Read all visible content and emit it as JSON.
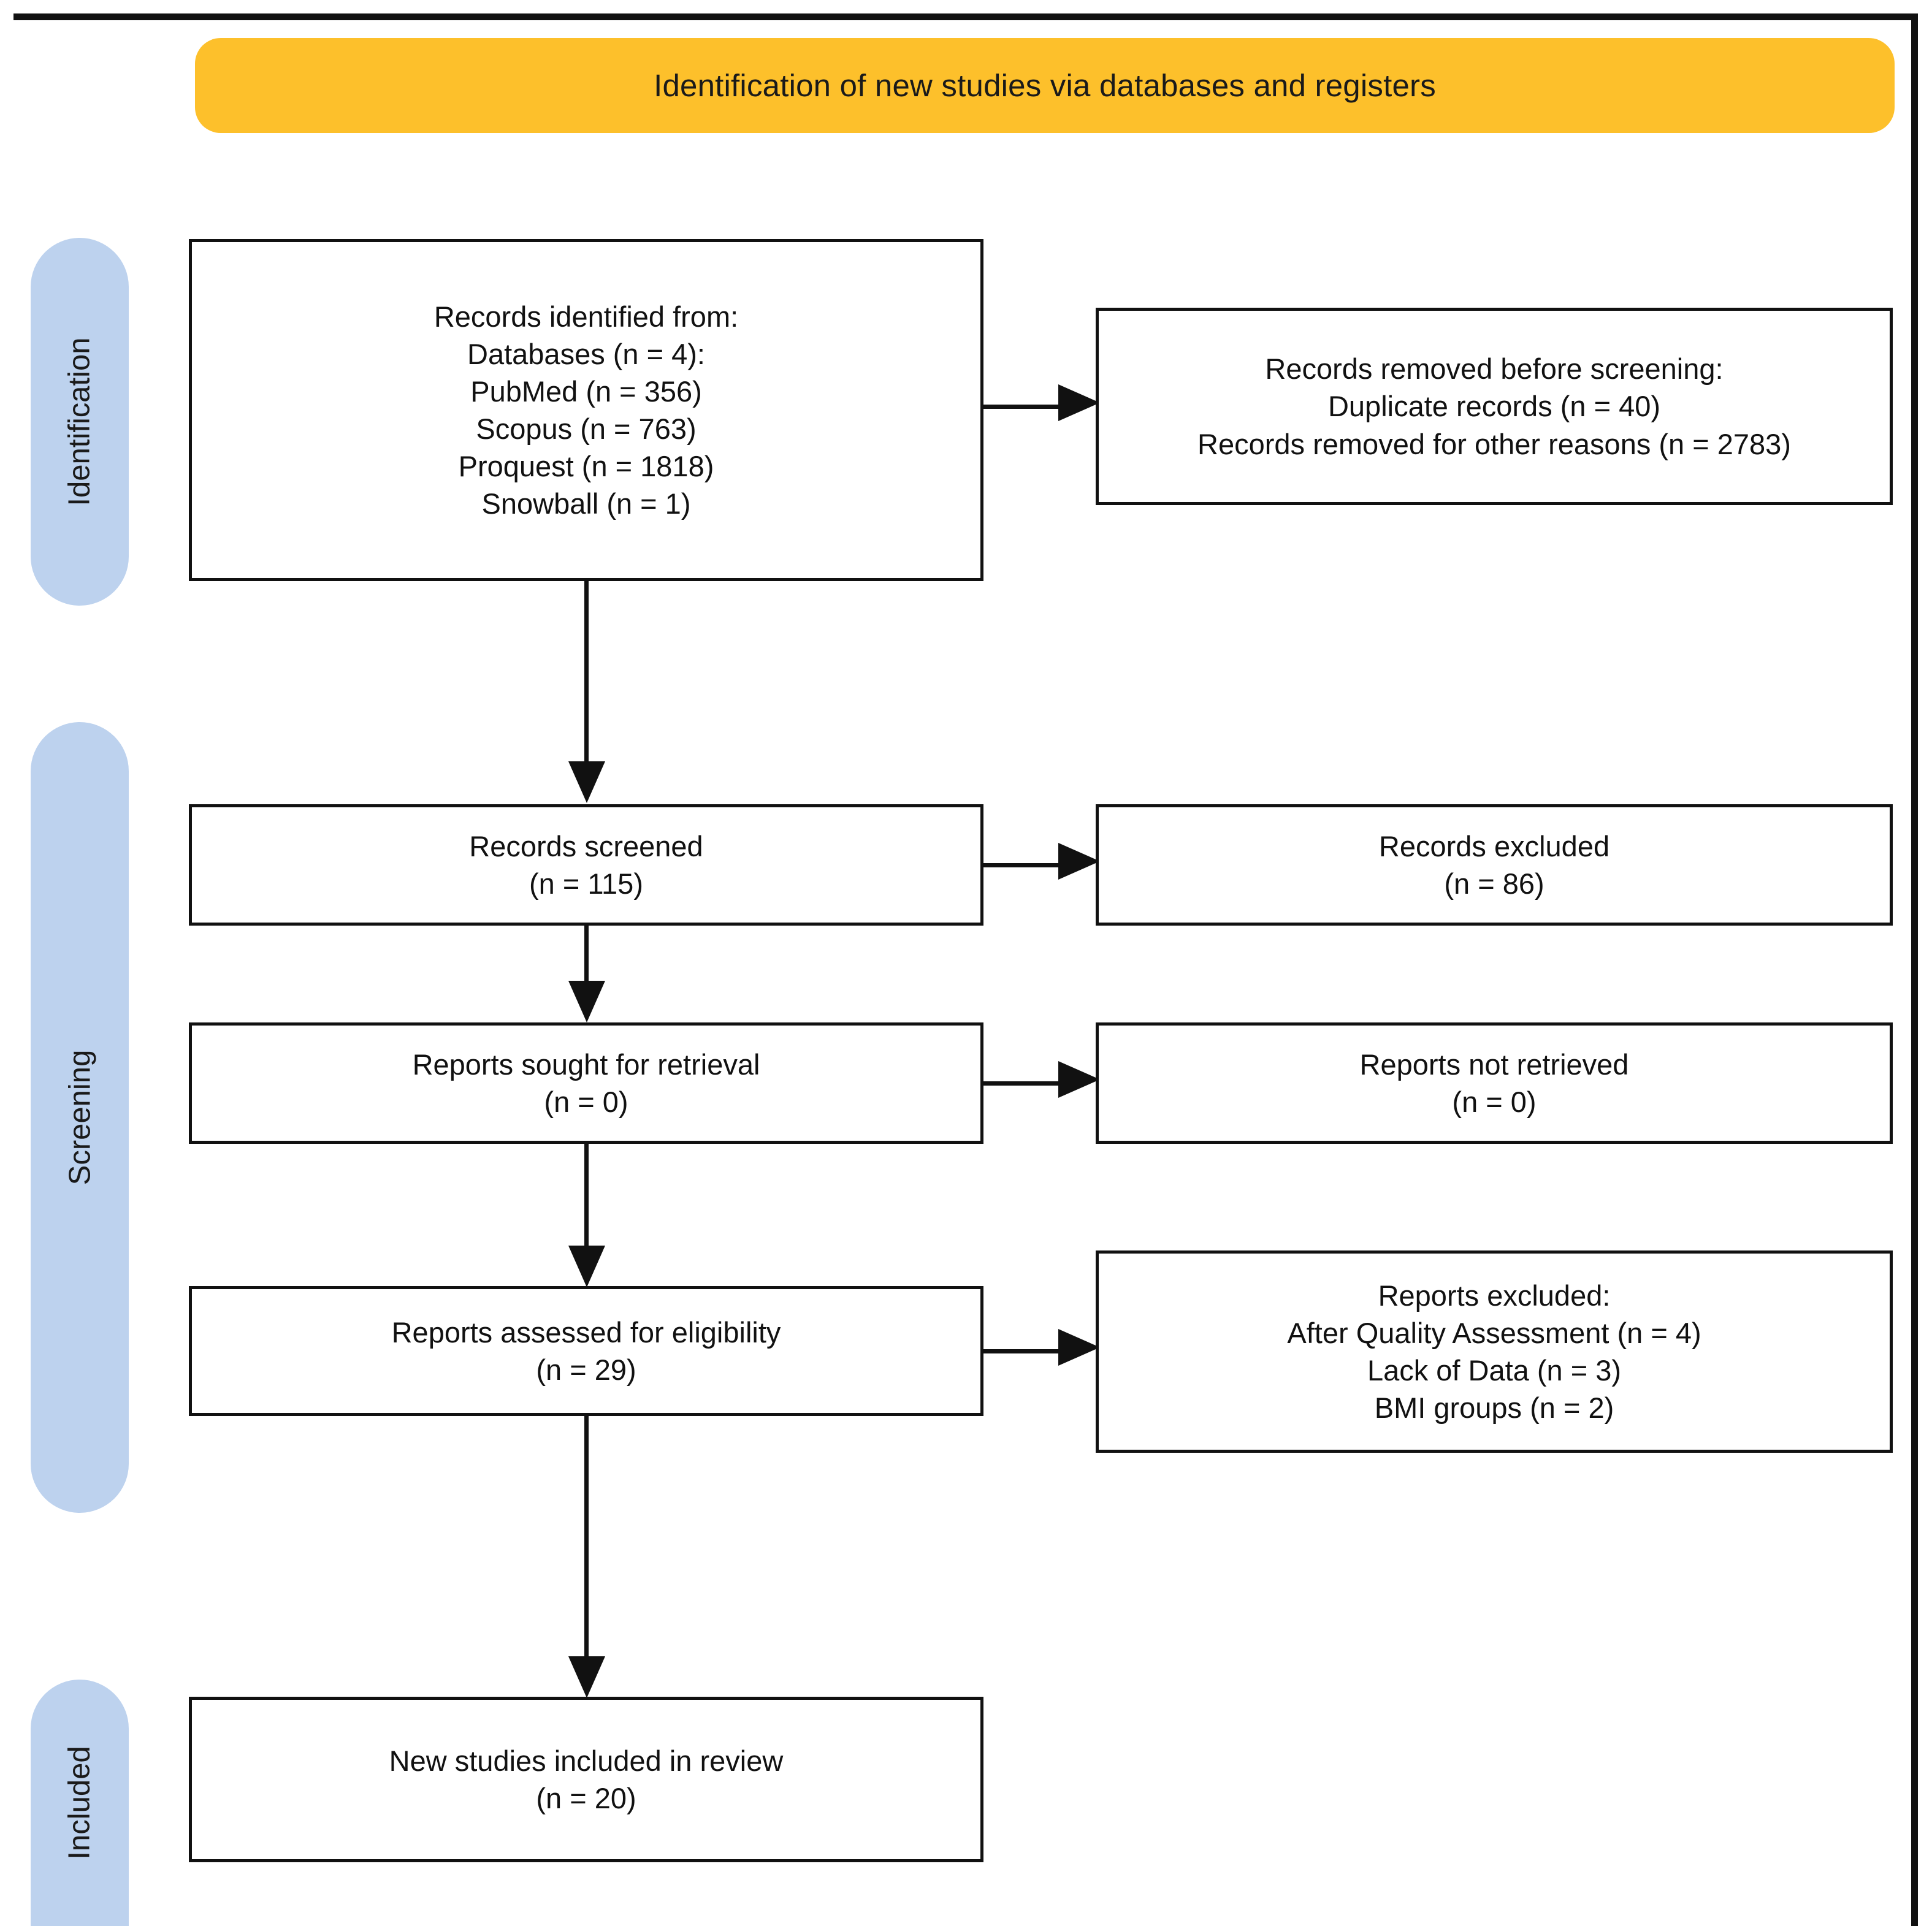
{
  "header": {
    "title": "Identification of new studies via databases and registers",
    "banner_color": "#FDC02B"
  },
  "rails": {
    "color": "#BDD2EE",
    "items": [
      {
        "label": "Identification"
      },
      {
        "label": "Screening"
      },
      {
        "label": "Included"
      }
    ]
  },
  "boxes": {
    "identified": {
      "lines": [
        "Records identified from:",
        "Databases (n = 4):",
        "PubMed (n = 356)",
        "Scopus (n = 763)",
        "Proquest (n = 1818)",
        "Snowball (n = 1)"
      ]
    },
    "removed": {
      "lines": [
        "Records removed before screening:",
        "Duplicate records (n = 40)",
        "Records removed for other reasons (n = 2783)"
      ]
    },
    "screened": {
      "lines": [
        "Records screened",
        "(n = 115)"
      ]
    },
    "excluded": {
      "lines": [
        "Records excluded",
        "(n = 86)"
      ]
    },
    "sought": {
      "lines": [
        "Reports sought for retrieval",
        "(n = 0)"
      ]
    },
    "not_retrieved": {
      "lines": [
        "Reports not retrieved",
        "(n = 0)"
      ]
    },
    "eligibility": {
      "lines": [
        "Reports assessed for eligibility",
        "(n = 29)"
      ]
    },
    "reports_excluded": {
      "lines": [
        "Reports excluded:",
        "After Quality Assessment (n = 4)",
        "Lack of Data (n = 3)",
        "BMI groups (n = 2)"
      ]
    },
    "included": {
      "lines": [
        "New studies included in review",
        "(n = 20)"
      ]
    }
  },
  "chart_data": {
    "type": "diagram",
    "title": "Identification of new studies via databases and registers",
    "diagram_kind": "PRISMA 2020 flow diagram",
    "stages": [
      "Identification",
      "Screening",
      "Included"
    ],
    "nodes": [
      {
        "id": "identified",
        "stage": "Identification",
        "column": "left",
        "label": "Records identified from: Databases (n = 4)",
        "counts": {
          "databases": 4,
          "PubMed": 356,
          "Scopus": 763,
          "Proquest": 1818,
          "Snowball": 1
        }
      },
      {
        "id": "removed",
        "stage": "Identification",
        "column": "right",
        "label": "Records removed before screening",
        "counts": {
          "duplicate_records": 40,
          "removed_other_reasons": 2783
        }
      },
      {
        "id": "screened",
        "stage": "Screening",
        "column": "left",
        "label": "Records screened",
        "n": 115
      },
      {
        "id": "excluded",
        "stage": "Screening",
        "column": "right",
        "label": "Records excluded",
        "n": 86
      },
      {
        "id": "sought",
        "stage": "Screening",
        "column": "left",
        "label": "Reports sought for retrieval",
        "n": 0
      },
      {
        "id": "not_retrieved",
        "stage": "Screening",
        "column": "right",
        "label": "Reports not retrieved",
        "n": 0
      },
      {
        "id": "eligibility",
        "stage": "Screening",
        "column": "left",
        "label": "Reports assessed for eligibility",
        "n": 29
      },
      {
        "id": "reports_excluded",
        "stage": "Screening",
        "column": "right",
        "label": "Reports excluded",
        "counts": {
          "after_quality_assessment": 4,
          "lack_of_data": 3,
          "bmi_groups": 2
        }
      },
      {
        "id": "included",
        "stage": "Included",
        "column": "left",
        "label": "New studies included in review",
        "n": 20
      }
    ],
    "edges": [
      {
        "from": "identified",
        "to": "removed",
        "direction": "right"
      },
      {
        "from": "identified",
        "to": "screened",
        "direction": "down"
      },
      {
        "from": "screened",
        "to": "excluded",
        "direction": "right"
      },
      {
        "from": "screened",
        "to": "sought",
        "direction": "down"
      },
      {
        "from": "sought",
        "to": "not_retrieved",
        "direction": "right"
      },
      {
        "from": "sought",
        "to": "eligibility",
        "direction": "down"
      },
      {
        "from": "eligibility",
        "to": "reports_excluded",
        "direction": "right"
      },
      {
        "from": "eligibility",
        "to": "included",
        "direction": "down"
      }
    ]
  }
}
